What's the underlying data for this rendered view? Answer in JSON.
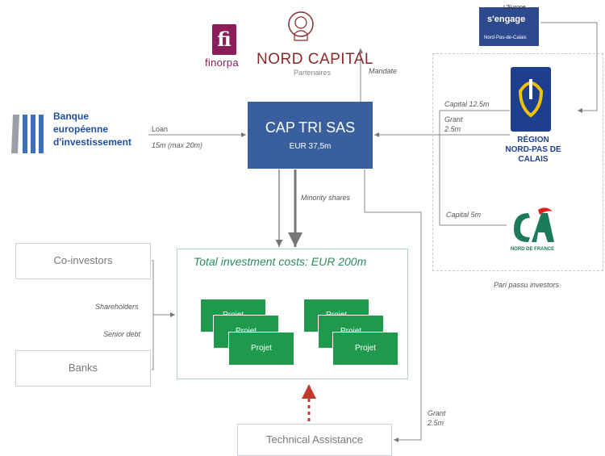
{
  "logos": {
    "finorpa": {
      "mark": "fi",
      "name": "finorpa"
    },
    "nord_capital": {
      "name": "NORD CAPITAL",
      "sub": "Partenaires"
    },
    "eib": {
      "name_line1": "Banque",
      "name_line2": "européenne",
      "name_line3": "d'investissement"
    },
    "europe": {
      "top": "L'Europe",
      "label": "s'engage",
      "sub": "Nord-Pas-de-Calais"
    },
    "region": {
      "line1": "RÉGION",
      "line2": "NORD-PAS DE CALAIS"
    },
    "credit_agricole": {
      "name": "NORD DE FRANCE"
    }
  },
  "central": {
    "title": "CAP TRI SAS",
    "amount": "EUR 37,5m"
  },
  "flows": {
    "mandate": "Mandate",
    "loan": "Loan",
    "loan_amount": "15m (max 20m)",
    "capital_region": "Capital 12.5m",
    "grant_region_1": "Grant",
    "grant_region_2": "2.5m",
    "capital_ca": "Capital 5m",
    "minority": "Minority shares",
    "shareholders": "Shareholders",
    "senior_debt": "Senior debt",
    "grant_ta_1": "Grant",
    "grant_ta_2": "2.5m",
    "pari_passu": "Pari passu investors"
  },
  "investment": {
    "label": "Total investment costs: ",
    "amount": "EUR 200m"
  },
  "projects": {
    "project_label": "Projet"
  },
  "boxes": {
    "co_investors": "Co-investors",
    "banks": "Banks",
    "technical_assistance": "Technical Assistance"
  },
  "colors": {
    "central": "#3a5f9e",
    "project": "#1f9a4d",
    "accent_red": "#c0392b",
    "invest_border": "#a9d6b5"
  }
}
